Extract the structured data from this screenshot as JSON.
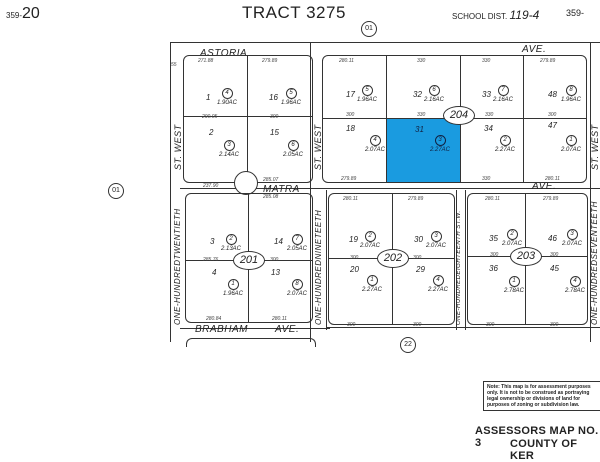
{
  "header": {
    "page_left_prefix": "359-",
    "page_left_num": "20",
    "title": "TRACT 3275",
    "school_label": "SCHOOL DIST.",
    "school_num": "119-4",
    "page_right": "359-"
  },
  "markers": {
    "top": "01",
    "left": "01",
    "bottom": "22"
  },
  "streets": {
    "astoria": "ASTORIA",
    "astoria_ave": "AVE.",
    "matra": "MATRA",
    "matra_ave": "AVE.",
    "brabham": "BRABHAM",
    "brabham_ave": "AVE.",
    "west_st_left": "ST.   WEST",
    "west_st_mid": "ST.   WEST",
    "west_st_right": "ST.   WEST",
    "st_120": "ONE-HUNDREDTWENTIETH",
    "st_119": "ONE-HUNDREDNINETEETH",
    "st_118": "ONE-HUNDREDEIGHTEENTH ST.W.",
    "st_117": "ONE-HUNDREDSEVENTEETH"
  },
  "blocks": [
    {
      "id": "201",
      "label": "201"
    },
    {
      "id": "202",
      "label": "202"
    },
    {
      "id": "203",
      "label": "203"
    },
    {
      "id": "204",
      "label": "204"
    }
  ],
  "parcels": {
    "nw": [
      {
        "lot": "1",
        "num": "4",
        "acres": "1.90AC"
      },
      {
        "lot": "16",
        "num": "5",
        "acres": "1.96AC"
      },
      {
        "lot": "2",
        "num": "3",
        "acres": "2.14AC"
      },
      {
        "lot": "15",
        "num": "6",
        "acres": "2.05AC"
      }
    ],
    "b204": [
      {
        "lot": "17",
        "num": "5",
        "acres": "1.96AC"
      },
      {
        "lot": "32",
        "num": "6",
        "acres": "2.16AC"
      },
      {
        "lot": "33",
        "num": "7",
        "acres": "2.16AC"
      },
      {
        "lot": "48",
        "num": "8",
        "acres": "1.96AC"
      },
      {
        "lot": "18",
        "num": "4",
        "acres": "2.07AC"
      },
      {
        "lot": "31",
        "num": "3",
        "acres": "2.27AC"
      },
      {
        "lot": "34",
        "num": "2",
        "acres": "2.27AC"
      },
      {
        "lot": "47",
        "num": "1",
        "acres": "2.07AC"
      }
    ],
    "b201": [
      {
        "lot": "3",
        "num": "2",
        "acres": "2.13AC"
      },
      {
        "lot": "14",
        "num": "7",
        "acres": "2.05AC"
      },
      {
        "lot": "4",
        "num": "1",
        "acres": "1.96AC"
      },
      {
        "lot": "13",
        "num": "8",
        "acres": "2.07AC"
      }
    ],
    "b202": [
      {
        "lot": "19",
        "num": "2",
        "acres": "2.07AC"
      },
      {
        "lot": "30",
        "num": "3",
        "acres": "2.07AC"
      },
      {
        "lot": "20",
        "num": "1",
        "acres": "2.27AC"
      },
      {
        "lot": "29",
        "num": "4",
        "acres": "2.27AC"
      }
    ],
    "b203": [
      {
        "lot": "35",
        "num": "2",
        "acres": "2.07AC"
      },
      {
        "lot": "46",
        "num": "3",
        "acres": "2.07AC"
      },
      {
        "lot": "36",
        "num": "1",
        "acres": "2.78AC"
      },
      {
        "lot": "45",
        "num": "4",
        "acres": "2.78AC"
      }
    ]
  },
  "dimensions": {
    "d1": "271.88",
    "d2": "279.89",
    "d3": "280.11",
    "d4": "330",
    "d5": "330",
    "d6": "279.89",
    "d7": "290.05",
    "d8": "300",
    "d9": "300",
    "d10": "330",
    "d11": "300",
    "d12": "237.90",
    "d13": "285.07",
    "d14": "285.08",
    "d15": "279.89",
    "d16": "330",
    "d17": "330",
    "d18": "280.11",
    "d19": "280.11",
    "d20": "279.89",
    "d21": "280.11",
    "d22": "279.89",
    "d23": "285.76",
    "d24": "300",
    "d25": "300",
    "d26": "300",
    "d27": "300",
    "d28": "300",
    "d29": "280.84",
    "d30": "280.11",
    "d31": "300",
    "d32": "300",
    "d33": "300",
    "d34": "300",
    "d35": "55"
  },
  "highlight_color": "#1a9be0",
  "note": "Note: This map is for assessment purposes only. It is not to be construed as portraying legal ownership or divisions of land for purposes of zoning or subdivision law.",
  "footer": {
    "assessors": "ASSESSORS MAP NO. 3",
    "county": "COUNTY OF KER"
  }
}
